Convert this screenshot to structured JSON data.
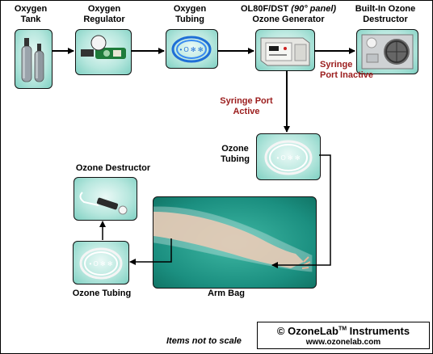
{
  "labels": {
    "oxygen_tank": "Oxygen\nTank",
    "oxygen_regulator": "Oxygen\nRegulator",
    "oxygen_tubing": "Oxygen\nTubing",
    "generator_model": "OL80F/DST",
    "generator_panel": "(90° panel)",
    "generator_name": "Ozone Generator",
    "destructor_builtin": "Built-In Ozone\nDestructor",
    "syringe_inactive": "Syringe\nPort Inactive",
    "syringe_active": "Syringe Port\nActive",
    "ozone_tubing_right": "Ozone\nTubing",
    "ozone_destructor": "Ozone Destructor",
    "ozone_tubing_bottom": "Ozone Tubing",
    "arm_bag": "Arm Bag"
  },
  "footer": {
    "scale_note": "Items not to scale",
    "brand_prefix": "© OzoneLab",
    "brand_tm": "TM",
    "brand_suffix": " Instruments",
    "url": "www.ozonelab.com"
  },
  "colors": {
    "box_bg": "#b7e7de",
    "syringe_text": "#9b1c1c",
    "arrow": "#000000"
  }
}
